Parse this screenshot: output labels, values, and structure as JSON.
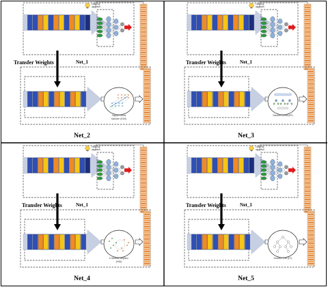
{
  "colors": {
    "arrow_fill": "#c7cfe3",
    "layer_blue": "#2f4fb3",
    "layer_orange": "#f08a22",
    "layer_yellow": "#f5c518",
    "layer_dark": "#1d2f7a",
    "neuron_green": "#2e9a3a",
    "neuron_blue": "#8fb2de",
    "neuron_grey": "#9a9a9a",
    "red_arrow": "#e01b1b",
    "output_orange": "#e07a2a"
  },
  "panels": [
    {
      "id": "net_2",
      "top_caption": "Net_1",
      "learning_label": "Learning\nalgorithm",
      "transfer_label": "",
      "classifier_caption_line1": "Support Vector",
      "classifier_caption_line2": "Machine (SVM)",
      "classifier_kind": "svm",
      "net_label": "Net_2"
    },
    {
      "id": "net_3",
      "top_caption": "Net_1",
      "learning_label": "Learning\nalgorithm",
      "transfer_label": "Transfer Weights",
      "classifier_caption_line1": "Random Forest (RF)",
      "classifier_caption_line2": "",
      "classifier_kind": "rf",
      "net_label": "Net_3"
    },
    {
      "id": "net_4",
      "top_caption": "Net_1",
      "learning_label": "Learning\nalgorithm",
      "transfer_label": "Transfer Weights",
      "classifier_caption_line1": "K-Nearest Neighbor",
      "classifier_caption_line2": "(KNN)",
      "classifier_kind": "knn",
      "net_label": "Net_4"
    },
    {
      "id": "net_5",
      "top_caption": "Net_1",
      "learning_label": "Learning\nalgorithm",
      "transfer_label": "Transfer Weights",
      "classifier_caption_line1": "Decision Tree (DT)",
      "classifier_caption_line2": "",
      "classifier_kind": "dt",
      "net_label": "Net_5"
    }
  ],
  "left_transfer_label": "Transfer Weights"
}
